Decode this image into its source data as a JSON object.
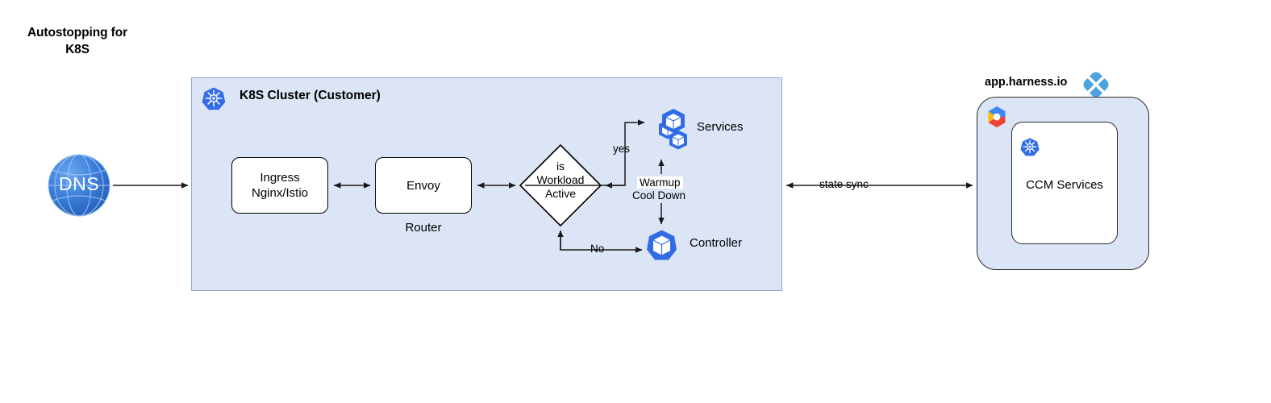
{
  "title": {
    "line1": "Autostopping for",
    "line2": "K8S"
  },
  "cluster": {
    "title": "K8S Cluster (Customer)",
    "icon": "kubernetes-icon",
    "fill_color": "#dbe5f5",
    "border_color": "#8faad4"
  },
  "dns": {
    "label": "DNS",
    "icon": "globe-icon",
    "color": "#3a7bd5"
  },
  "nodes": {
    "ingress": {
      "label": "Ingress\nNginx/Istio"
    },
    "envoy": {
      "label": "Envoy",
      "caption": "Router"
    },
    "decision": {
      "label": "is\nWorkload\nActive"
    },
    "services": {
      "label": "Services",
      "icon": "kubernetes-services-icon"
    },
    "controller": {
      "label": "Controller",
      "icon": "kubernetes-pod-icon"
    }
  },
  "edges": {
    "yes": "yes",
    "no": "No",
    "state_sync": "state sync",
    "warmup": "Warmup",
    "cooldown": "Cool Down"
  },
  "harness": {
    "title": "app.harness.io",
    "logo": "harness-logo-icon",
    "cloud_icon": "google-cloud-icon",
    "inner": {
      "label": "CCM Services",
      "icon": "kubernetes-icon"
    },
    "fill_color": "#dbe5f5",
    "border_color": "#2b2b2b"
  },
  "colors": {
    "k8s_blue": "#326ce5",
    "harness_blue": "#4da2e0",
    "panel_blue": "#dbe5f5",
    "stroke": "#000000"
  }
}
